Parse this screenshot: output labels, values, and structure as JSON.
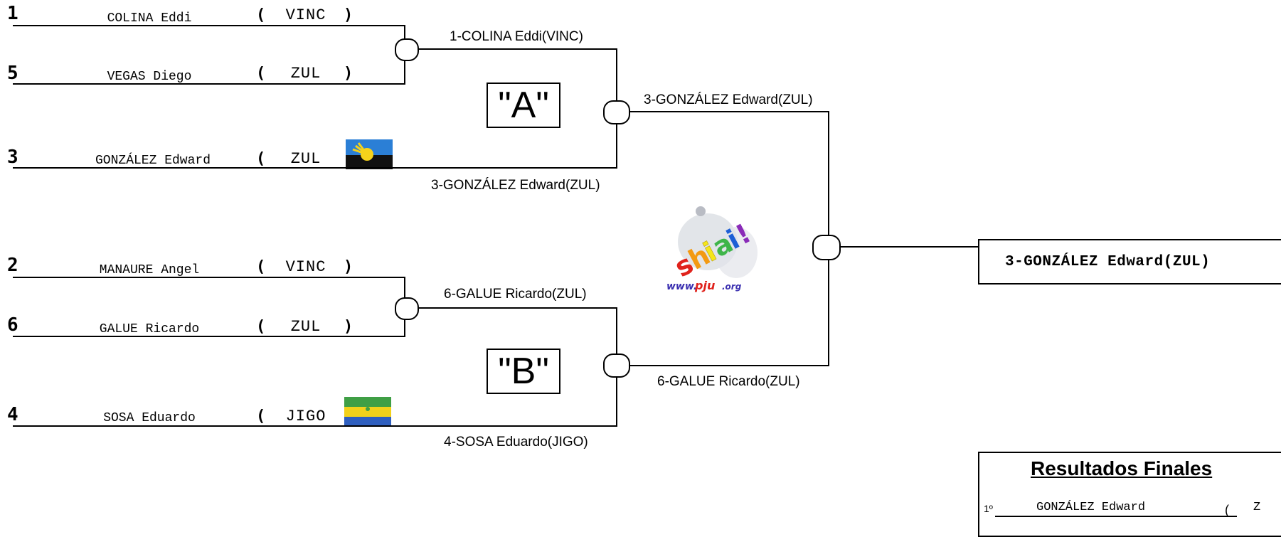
{
  "pools": [
    "\"A\"",
    "\"B\""
  ],
  "competitors": [
    {
      "seed": "1",
      "name": "COLINA Eddi",
      "club": "VINC",
      "paren_open": "(",
      "paren_close": ")"
    },
    {
      "seed": "5",
      "name": "VEGAS Diego",
      "club": "ZUL",
      "paren_open": "(",
      "paren_close": ")"
    },
    {
      "seed": "3",
      "name": "GONZÁLEZ Edward",
      "club": "ZUL",
      "paren_open": "(",
      "paren_close": ")"
    },
    {
      "seed": "2",
      "name": "MANAURE Angel",
      "club": "VINC",
      "paren_open": "(",
      "paren_close": ")"
    },
    {
      "seed": "6",
      "name": "GALUE Ricardo",
      "club": "ZUL",
      "paren_open": "(",
      "paren_close": ")"
    },
    {
      "seed": "4",
      "name": "SOSA Eduardo",
      "club": "JIGO",
      "paren_open": "(",
      "paren_close": ")"
    }
  ],
  "results": {
    "pool_a_semifinal": "1-COLINA Eddi(VINC)",
    "pool_a_winner": "3-GONZÁLEZ Edward(ZUL)",
    "pool_a_bye": "3-GONZÁLEZ Edward(ZUL)",
    "pool_b_semifinal": "6-GALUE Ricardo(ZUL)",
    "pool_b_winner": "6-GALUE Ricardo(ZUL)",
    "pool_b_bye": "4-SOSA Eduardo(JIGO)",
    "champion": "3-GONZÁLEZ Edward(ZUL)"
  },
  "logo": {
    "icon": "shiai-logo-icon",
    "text": "shiai",
    "url_text": "www.pju.org",
    "colors": [
      "#e0221c",
      "#f39a12",
      "#f5e61a",
      "#3fb54a",
      "#1d5fd6",
      "#8a2bb8"
    ]
  },
  "flags": {
    "zul": {
      "icon": "zulia-flag-icon",
      "colors": [
        "#2b7fd6",
        "#111111",
        "#f5d21b"
      ]
    },
    "jigo": {
      "icon": "jigo-flag-icon",
      "colors": [
        "#3f9f45",
        "#f2d11a",
        "#2f5fbf"
      ]
    }
  },
  "final_results": {
    "title": "Resultados Finales",
    "rows": [
      {
        "place": "1º",
        "name": "GONZÁLEZ Edward",
        "paren_open": "(",
        "club_partial": "Z"
      }
    ]
  }
}
